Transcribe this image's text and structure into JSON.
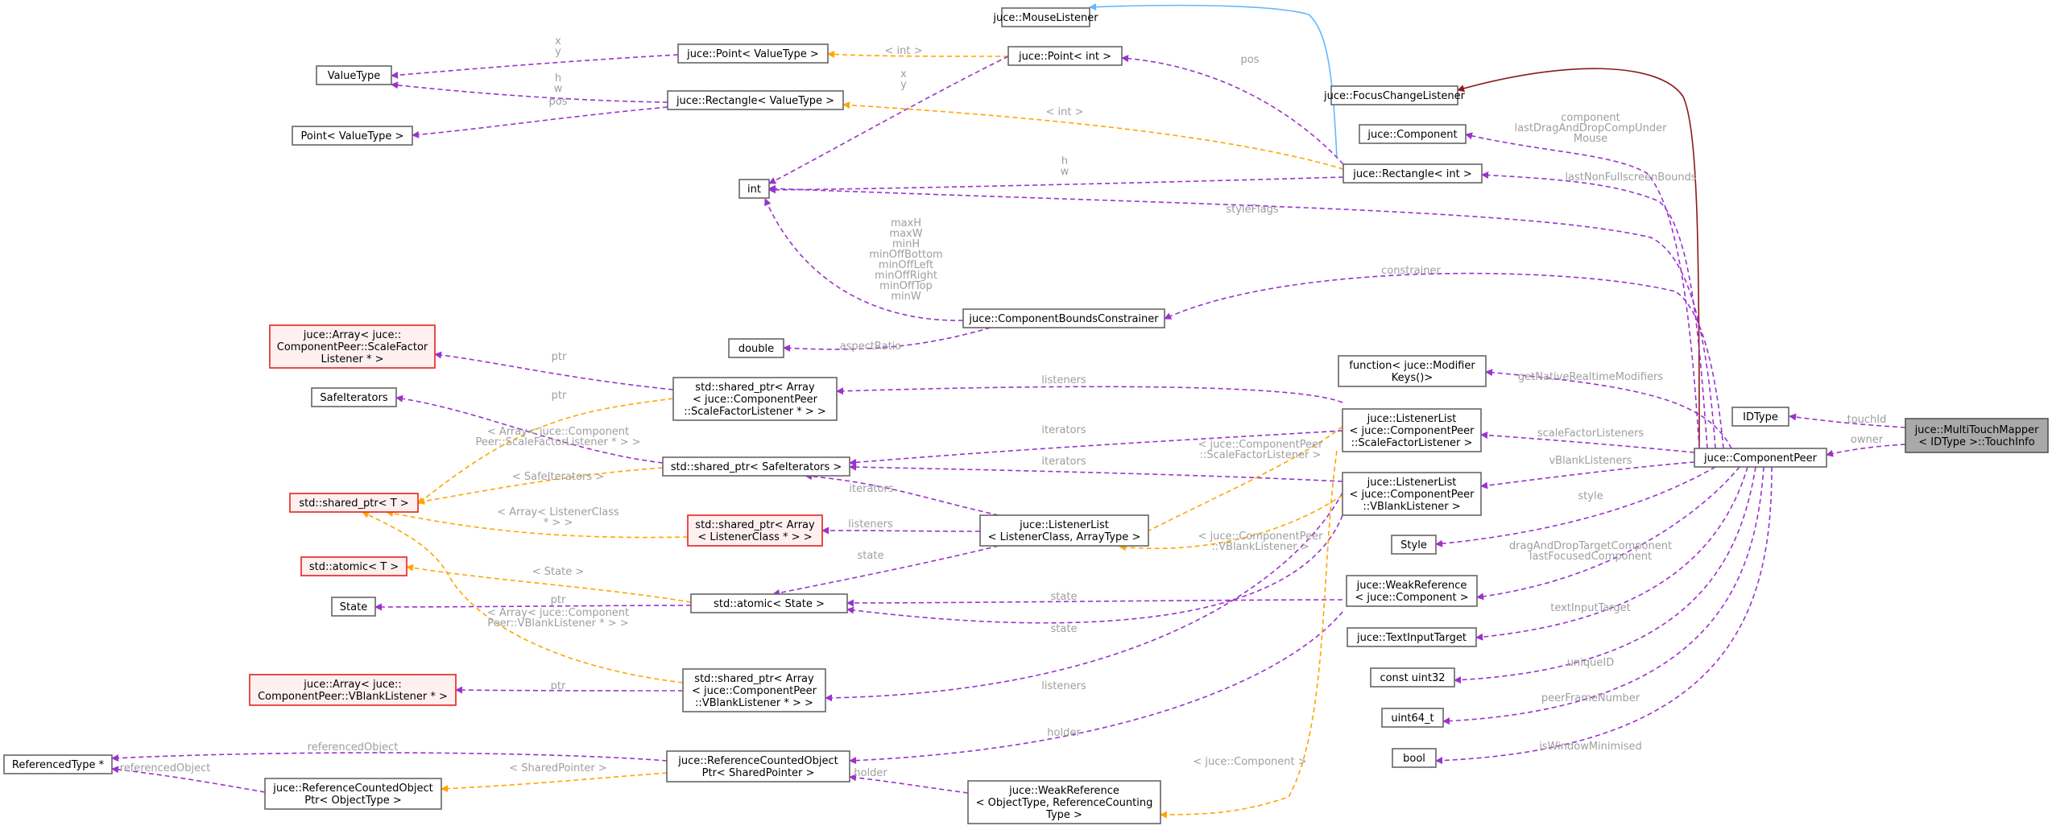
{
  "diagram": {
    "nodes": [
      {
        "id": "mtm",
        "lines": [
          "juce::MultiTouchMapper",
          "< IDType >::TouchInfo"
        ],
        "style": "focus"
      },
      {
        "id": "idtype",
        "lines": [
          "IDType"
        ]
      },
      {
        "id": "cp",
        "lines": [
          "juce::ComponentPeer"
        ]
      },
      {
        "id": "mouse",
        "lines": [
          "juce::MouseListener"
        ]
      },
      {
        "id": "focusl",
        "lines": [
          "juce::FocusChangeListener"
        ]
      },
      {
        "id": "comp",
        "lines": [
          "juce::Component"
        ]
      },
      {
        "id": "recti",
        "lines": [
          "juce::Rectangle< int >"
        ]
      },
      {
        "id": "pointi",
        "lines": [
          "juce::Point< int >"
        ]
      },
      {
        "id": "pointvt",
        "lines": [
          "juce::Point< ValueType >"
        ]
      },
      {
        "id": "rectvt",
        "lines": [
          "juce::Rectangle< ValueType >"
        ]
      },
      {
        "id": "valuetype",
        "lines": [
          "ValueType"
        ]
      },
      {
        "id": "pointvt2",
        "lines": [
          "Point< ValueType >"
        ]
      },
      {
        "id": "int",
        "lines": [
          "int"
        ]
      },
      {
        "id": "cbc",
        "lines": [
          "juce::ComponentBoundsConstrainer"
        ]
      },
      {
        "id": "double",
        "lines": [
          "double"
        ]
      },
      {
        "id": "arrsf",
        "lines": [
          "juce::Array< juce::",
          "ComponentPeer::ScaleFactor",
          "Listener * >"
        ],
        "style": "red"
      },
      {
        "id": "safeit",
        "lines": [
          "SafeIterators"
        ]
      },
      {
        "id": "spsf",
        "lines": [
          "std::shared_ptr< Array",
          "< juce::ComponentPeer",
          "::ScaleFactorListener * > >"
        ]
      },
      {
        "id": "spsi",
        "lines": [
          "std::shared_ptr< SafeIterators >"
        ]
      },
      {
        "id": "spt",
        "lines": [
          "std::shared_ptr< T >"
        ],
        "style": "red"
      },
      {
        "id": "splc",
        "lines": [
          "std::shared_ptr< Array",
          "< ListenerClass * > >"
        ],
        "style": "red"
      },
      {
        "id": "llc",
        "lines": [
          "juce::ListenerList",
          "< ListenerClass, ArrayType >"
        ]
      },
      {
        "id": "atomt",
        "lines": [
          "std::atomic< T >"
        ],
        "style": "red"
      },
      {
        "id": "state",
        "lines": [
          "State"
        ]
      },
      {
        "id": "atoms",
        "lines": [
          "std::atomic< State >"
        ]
      },
      {
        "id": "arrvb",
        "lines": [
          "juce::Array< juce::",
          "ComponentPeer::VBlankListener * >"
        ],
        "style": "red"
      },
      {
        "id": "spvb",
        "lines": [
          "std::shared_ptr< Array",
          "< juce::ComponentPeer",
          "::VBlankListener * > >"
        ]
      },
      {
        "id": "reftype",
        "lines": [
          "ReferencedType *"
        ]
      },
      {
        "id": "rcosp",
        "lines": [
          "juce::ReferenceCountedObject",
          "Ptr< SharedPointer >"
        ]
      },
      {
        "id": "rcoot",
        "lines": [
          "juce::ReferenceCountedObject",
          "Ptr< ObjectType >"
        ]
      },
      {
        "id": "wrot",
        "lines": [
          "juce::WeakReference",
          "< ObjectType, ReferenceCounting",
          "Type >"
        ]
      },
      {
        "id": "func",
        "lines": [
          "function< juce::Modifier",
          "Keys()>"
        ]
      },
      {
        "id": "llsf",
        "lines": [
          "juce::ListenerList",
          "< juce::ComponentPeer",
          "::ScaleFactorListener >"
        ]
      },
      {
        "id": "llvb",
        "lines": [
          "juce::ListenerList",
          "< juce::ComponentPeer",
          "::VBlankListener >"
        ]
      },
      {
        "id": "style",
        "lines": [
          "Style"
        ]
      },
      {
        "id": "wrc",
        "lines": [
          "juce::WeakReference",
          "< juce::Component >"
        ]
      },
      {
        "id": "tit",
        "lines": [
          "juce::TextInputTarget"
        ]
      },
      {
        "id": "cu32",
        "lines": [
          "const uint32"
        ]
      },
      {
        "id": "u64",
        "lines": [
          "uint64_t"
        ]
      },
      {
        "id": "bool",
        "lines": [
          "bool"
        ]
      }
    ],
    "edge_labels": [
      {
        "id": "touchid",
        "lines": [
          "touchId"
        ]
      },
      {
        "id": "owner",
        "lines": [
          "owner"
        ]
      },
      {
        "id": "xy1",
        "lines": [
          "x",
          "y"
        ]
      },
      {
        "id": "int_t1",
        "lines": [
          "< int >"
        ]
      },
      {
        "id": "hw1",
        "lines": [
          "h",
          "w"
        ]
      },
      {
        "id": "pos1",
        "lines": [
          "pos"
        ]
      },
      {
        "id": "xy2",
        "lines": [
          "x",
          "y"
        ]
      },
      {
        "id": "int_t2",
        "lines": [
          "< int >"
        ]
      },
      {
        "id": "pos2",
        "lines": [
          "pos"
        ]
      },
      {
        "id": "hw2",
        "lines": [
          "h",
          "w"
        ]
      },
      {
        "id": "component",
        "lines": [
          "component",
          "lastDragAndDropCompUnder",
          "Mouse"
        ]
      },
      {
        "id": "lnfb",
        "lines": [
          "lastNonFullscreenBounds"
        ]
      },
      {
        "id": "styleflags",
        "lines": [
          "styleFlags"
        ]
      },
      {
        "id": "minmax",
        "lines": [
          "maxH",
          "maxW",
          "minH",
          "minOffBottom",
          "minOffLeft",
          "minOffRight",
          "minOffTop",
          "minW"
        ]
      },
      {
        "id": "constrainer",
        "lines": [
          "constrainer"
        ]
      },
      {
        "id": "aspect",
        "lines": [
          "aspectRatio"
        ]
      },
      {
        "id": "ptr1",
        "lines": [
          "ptr"
        ]
      },
      {
        "id": "ptr2",
        "lines": [
          "ptr"
        ]
      },
      {
        "id": "listeners1",
        "lines": [
          "listeners"
        ]
      },
      {
        "id": "arr_sf_t",
        "lines": [
          "< Array< juce::Component",
          "Peer::ScaleFactorListener * > >"
        ]
      },
      {
        "id": "iter1",
        "lines": [
          "iterators"
        ]
      },
      {
        "id": "iter2",
        "lines": [
          "iterators"
        ]
      },
      {
        "id": "iter3",
        "lines": [
          "iterators"
        ]
      },
      {
        "id": "safeit_t",
        "lines": [
          "< SafeIterators >"
        ]
      },
      {
        "id": "arr_lc_t",
        "lines": [
          "< Array< ListenerClass",
          "* > >"
        ]
      },
      {
        "id": "listeners2",
        "lines": [
          "listeners"
        ]
      },
      {
        "id": "state_t",
        "lines": [
          "< State >"
        ]
      },
      {
        "id": "state1",
        "lines": [
          "state"
        ]
      },
      {
        "id": "state2",
        "lines": [
          "state"
        ]
      },
      {
        "id": "state3",
        "lines": [
          "state"
        ]
      },
      {
        "id": "ptr3",
        "lines": [
          "ptr"
        ]
      },
      {
        "id": "arr_vb_t",
        "lines": [
          "< Array< juce::Component",
          "Peer::VBlankListener * > >"
        ]
      },
      {
        "id": "ptr4",
        "lines": [
          "ptr"
        ]
      },
      {
        "id": "listeners3",
        "lines": [
          "listeners"
        ]
      },
      {
        "id": "cp_sf_t",
        "lines": [
          "< juce::ComponentPeer",
          "::ScaleFactorListener >"
        ]
      },
      {
        "id": "cp_vb_t",
        "lines": [
          "< juce::ComponentPeer",
          "::VBlankListener >"
        ]
      },
      {
        "id": "holder1",
        "lines": [
          "holder"
        ]
      },
      {
        "id": "holder2",
        "lines": [
          "holder"
        ]
      },
      {
        "id": "refobj1",
        "lines": [
          "referencedObject"
        ]
      },
      {
        "id": "refobj2",
        "lines": [
          "referencedObject"
        ]
      },
      {
        "id": "sp_t",
        "lines": [
          "< SharedPointer >"
        ]
      },
      {
        "id": "comp_t",
        "lines": [
          "< juce::Component >"
        ]
      },
      {
        "id": "getnrm",
        "lines": [
          "getNativeRealtimeModifiers"
        ]
      },
      {
        "id": "sfl",
        "lines": [
          "scaleFactorListeners"
        ]
      },
      {
        "id": "vbl",
        "lines": [
          "vBlankListeners"
        ]
      },
      {
        "id": "stylelbl",
        "lines": [
          "style"
        ]
      },
      {
        "id": "dadtc",
        "lines": [
          "dragAndDropTargetComponent",
          "lastFocusedComponent"
        ]
      },
      {
        "id": "tit_lbl",
        "lines": [
          "textInputTarget"
        ]
      },
      {
        "id": "uid",
        "lines": [
          "uniqueID"
        ]
      },
      {
        "id": "pfn",
        "lines": [
          "peerFrameNumber"
        ]
      },
      {
        "id": "iwm",
        "lines": [
          "isWindowMinimised"
        ]
      }
    ],
    "colors": {
      "member": "#9a32cd",
      "template": "#ffa500",
      "inherit_public": "#63b8ff",
      "inherit_protected": "#8b1a1a",
      "label": "#9e9e9e"
    }
  }
}
